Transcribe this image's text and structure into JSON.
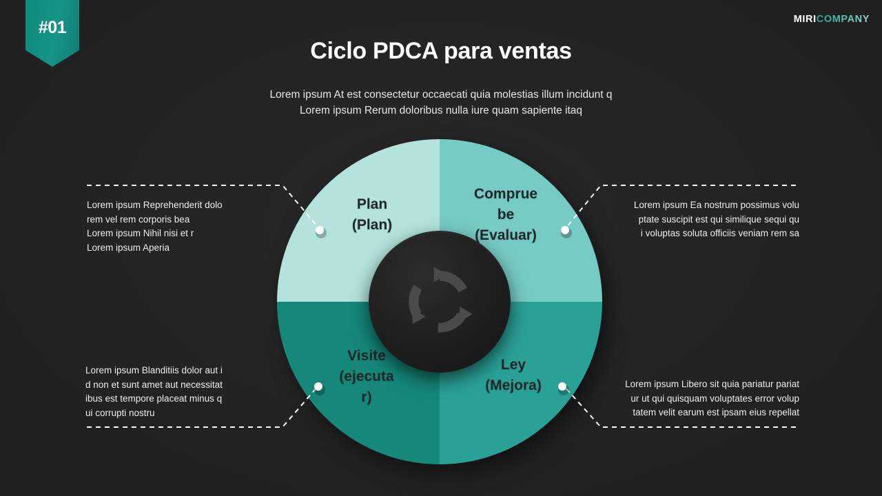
{
  "slide": {
    "background_color": "#232323",
    "badge_number": "#01",
    "badge_color": "#16948 5"
  },
  "logo": {
    "part1": "MIRI",
    "part2": "COMPANY",
    "accent_color": "#59c3b8"
  },
  "header": {
    "title": "Ciclo PDCA para ventas",
    "subtitle_line1": "Lorem ipsum At est consectetur occaecati quia molestias illum incidunt q",
    "subtitle_line2": "Lorem ipsum Rerum doloribus nulla iure quam sapiente itaq"
  },
  "diagram": {
    "type": "pdca-cycle-wheel",
    "center_icon": "cycle-arrows-icon",
    "quadrants": [
      {
        "key": "plan",
        "label_line1": "Plan",
        "label_line2": "(Plan)",
        "label_line3": "",
        "color": "#b3e3dc",
        "position": "top-left"
      },
      {
        "key": "check",
        "label_line1": "Comprue",
        "label_line2": "be",
        "label_line3": "(Evaluar)",
        "color": "#76cbc4",
        "position": "top-right"
      },
      {
        "key": "do",
        "label_line1": "Visite",
        "label_line2": "(ejecuta",
        "label_line3": "r)",
        "color": "#15887a",
        "position": "bottom-left"
      },
      {
        "key": "act",
        "label_line1": "Ley",
        "label_line2": "(Mejora)",
        "label_line3": "",
        "color": "#2aa196",
        "position": "bottom-right"
      }
    ]
  },
  "callouts": {
    "top_left": {
      "line1": "Lorem ipsum Reprehenderit dolo",
      "line2": "rem vel rem corporis bea",
      "line3": "Lorem ipsum Nihil nisi et r",
      "line4": "Lorem ipsum Aperia"
    },
    "top_right": {
      "line1": "Lorem ipsum Ea nostrum possimus volu",
      "line2": "ptate suscipit est qui similique sequi qu",
      "line3": "i voluptas soluta officiis veniam rem sa",
      "line4": ""
    },
    "bottom_left": {
      "line1": "Lorem ipsum Blanditiis dolor aut i",
      "line2": "d non et sunt amet aut necessitat",
      "line3": "ibus est tempore placeat minus q",
      "line4": "ui corrupti nostru"
    },
    "bottom_right": {
      "line1": "Lorem ipsum Libero sit quia pariatur pariat",
      "line2": "ur ut qui quisquam voluptates error volup",
      "line3": "tatem velit earum est ipsam eius repellat",
      "line4": ""
    }
  }
}
